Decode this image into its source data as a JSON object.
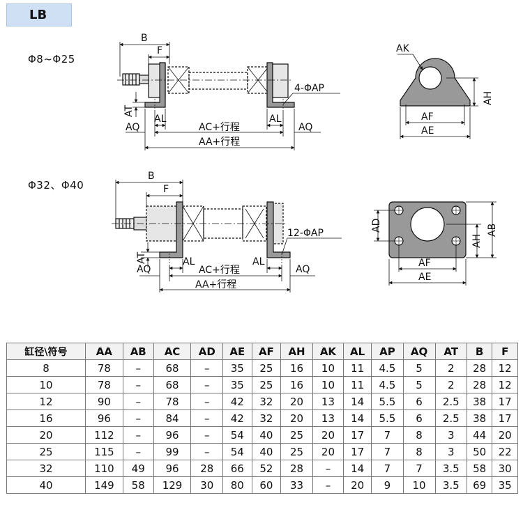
{
  "section_tag": "LB",
  "variant1_label": "Φ8~Φ25",
  "variant2_label": "Φ32、Φ40",
  "dims": {
    "B": "B",
    "F": "F",
    "AT": "AT",
    "AQ": "AQ",
    "AL": "AL",
    "AC": "AC+行程",
    "AA": "AA+行程",
    "AP1": "4-ΦAP",
    "AP2": "12-ΦAP",
    "AK": "AK",
    "AH": "AH",
    "AF": "AF",
    "AE": "AE",
    "AD": "AD",
    "AB": "AB"
  },
  "table": {
    "headers": [
      "缸径\\符号",
      "AA",
      "AB",
      "AC",
      "AD",
      "AE",
      "AF",
      "AH",
      "AK",
      "AL",
      "AP",
      "AQ",
      "AT",
      "B",
      "F"
    ],
    "rows": [
      [
        "8",
        "78",
        "–",
        "68",
        "–",
        "35",
        "25",
        "16",
        "10",
        "11",
        "4.5",
        "5",
        "2",
        "28",
        "12"
      ],
      [
        "10",
        "78",
        "–",
        "68",
        "–",
        "35",
        "25",
        "16",
        "10",
        "11",
        "4.5",
        "5",
        "2",
        "28",
        "12"
      ],
      [
        "12",
        "90",
        "–",
        "78",
        "–",
        "42",
        "32",
        "20",
        "13",
        "14",
        "5.5",
        "6",
        "2.5",
        "38",
        "17"
      ],
      [
        "16",
        "96",
        "–",
        "84",
        "–",
        "42",
        "32",
        "20",
        "13",
        "14",
        "5.5",
        "6",
        "2.5",
        "38",
        "17"
      ],
      [
        "20",
        "112",
        "–",
        "96",
        "–",
        "54",
        "40",
        "25",
        "20",
        "17",
        "7",
        "8",
        "3",
        "44",
        "20"
      ],
      [
        "25",
        "115",
        "–",
        "99",
        "–",
        "54",
        "40",
        "25",
        "20",
        "17",
        "7",
        "8",
        "3",
        "50",
        "22"
      ],
      [
        "32",
        "110",
        "49",
        "96",
        "28",
        "66",
        "52",
        "28",
        "–",
        "14",
        "7",
        "7",
        "3.5",
        "58",
        "30"
      ],
      [
        "40",
        "149",
        "58",
        "129",
        "30",
        "80",
        "60",
        "33",
        "–",
        "20",
        "9",
        "10",
        "3.5",
        "69",
        "35"
      ]
    ]
  }
}
